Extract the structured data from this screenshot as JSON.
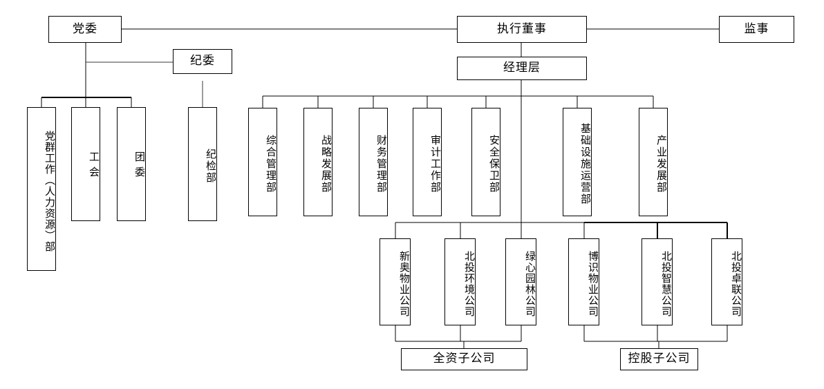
{
  "chart_data": {
    "type": "diagram",
    "title": "",
    "diagram_kind": "organization-chart",
    "orientation": "top-down",
    "nodes": [
      {
        "id": "party-committee",
        "label": "党委",
        "level": "governance",
        "text_direction": "horizontal"
      },
      {
        "id": "executive-director",
        "label": "执行董事",
        "level": "governance",
        "text_direction": "horizontal"
      },
      {
        "id": "supervisor",
        "label": "监事",
        "level": "governance",
        "text_direction": "horizontal"
      },
      {
        "id": "discipline-committee",
        "label": "纪委",
        "level": "governance",
        "text_direction": "horizontal"
      },
      {
        "id": "management-layer",
        "label": "经理层",
        "level": "governance",
        "text_direction": "horizontal"
      },
      {
        "id": "party-mass-hr-dept",
        "label": "党群工作（人力资源）部",
        "level": "party-department",
        "text_direction": "vertical"
      },
      {
        "id": "labor-union",
        "label": "工会",
        "level": "party-department",
        "text_direction": "vertical"
      },
      {
        "id": "youth-league",
        "label": "团委",
        "level": "party-department",
        "text_direction": "vertical"
      },
      {
        "id": "discipline-inspection-dept",
        "label": "纪检部",
        "level": "party-department",
        "text_direction": "vertical"
      },
      {
        "id": "general-management-dept",
        "label": "综合管理部",
        "level": "department",
        "text_direction": "vertical"
      },
      {
        "id": "strategy-development-dept",
        "label": "战略发展部",
        "level": "department",
        "text_direction": "vertical"
      },
      {
        "id": "financial-management-dept",
        "label": "财务管理部",
        "level": "department",
        "text_direction": "vertical"
      },
      {
        "id": "audit-work-dept",
        "label": "审计工作部",
        "level": "department",
        "text_direction": "vertical"
      },
      {
        "id": "security-dept",
        "label": "安全保卫部",
        "level": "department",
        "text_direction": "vertical"
      },
      {
        "id": "infrastructure-operation-dept",
        "label": "基础设施运营部",
        "level": "department",
        "text_direction": "vertical"
      },
      {
        "id": "industry-development-dept",
        "label": "产业发展部",
        "level": "department",
        "text_direction": "vertical"
      },
      {
        "id": "xinao-property",
        "label": "新奥物业公司",
        "level": "subsidiary",
        "group": "wholly-owned",
        "text_direction": "vertical"
      },
      {
        "id": "beitou-environment",
        "label": "北投环境公司",
        "level": "subsidiary",
        "group": "wholly-owned",
        "text_direction": "vertical"
      },
      {
        "id": "lvxin-garden",
        "label": "绿心园林公司",
        "level": "subsidiary",
        "group": "wholly-owned",
        "text_direction": "vertical"
      },
      {
        "id": "boshi-property",
        "label": "博识物业公司",
        "level": "subsidiary",
        "group": "holding",
        "text_direction": "vertical"
      },
      {
        "id": "beitou-smart",
        "label": "北投智慧公司",
        "level": "subsidiary",
        "group": "holding",
        "text_direction": "vertical"
      },
      {
        "id": "beitou-zhuolian",
        "label": "北投卓联公司",
        "level": "subsidiary",
        "group": "holding",
        "text_direction": "vertical"
      },
      {
        "id": "wholly-owned-label",
        "label": "全资子公司",
        "level": "group-label",
        "text_direction": "horizontal"
      },
      {
        "id": "holding-label",
        "label": "控股子公司",
        "level": "group-label",
        "text_direction": "horizontal"
      }
    ],
    "edges": [
      {
        "from": "party-committee",
        "to": "executive-director",
        "style": "horizontal-link"
      },
      {
        "from": "executive-director",
        "to": "supervisor",
        "style": "horizontal-link"
      },
      {
        "from": "party-committee",
        "to": "discipline-committee",
        "style": "horizontal-link"
      },
      {
        "from": "party-committee",
        "to": "party-mass-hr-dept"
      },
      {
        "from": "party-committee",
        "to": "labor-union"
      },
      {
        "from": "party-committee",
        "to": "youth-league"
      },
      {
        "from": "discipline-committee",
        "to": "discipline-inspection-dept"
      },
      {
        "from": "executive-director",
        "to": "management-layer"
      },
      {
        "from": "management-layer",
        "to": "general-management-dept"
      },
      {
        "from": "management-layer",
        "to": "strategy-development-dept"
      },
      {
        "from": "management-layer",
        "to": "financial-management-dept"
      },
      {
        "from": "management-layer",
        "to": "audit-work-dept"
      },
      {
        "from": "management-layer",
        "to": "security-dept"
      },
      {
        "from": "management-layer",
        "to": "infrastructure-operation-dept"
      },
      {
        "from": "management-layer",
        "to": "industry-development-dept"
      },
      {
        "from": "management-layer",
        "to": "xinao-property"
      },
      {
        "from": "management-layer",
        "to": "beitou-environment"
      },
      {
        "from": "management-layer",
        "to": "lvxin-garden"
      },
      {
        "from": "management-layer",
        "to": "boshi-property"
      },
      {
        "from": "management-layer",
        "to": "beitou-smart"
      },
      {
        "from": "management-layer",
        "to": "beitou-zhuolian"
      },
      {
        "from": "xinao-property",
        "to": "wholly-owned-label"
      },
      {
        "from": "beitou-environment",
        "to": "wholly-owned-label"
      },
      {
        "from": "lvxin-garden",
        "to": "wholly-owned-label"
      },
      {
        "from": "boshi-property",
        "to": "holding-label"
      },
      {
        "from": "beitou-smart",
        "to": "holding-label"
      },
      {
        "from": "beitou-zhuolian",
        "to": "holding-label"
      }
    ],
    "colors": {
      "box_border": "#000000",
      "box_fill": "#ffffff",
      "connector": "#000000",
      "text": "#000000",
      "background": "#ffffff"
    }
  },
  "governance": {
    "party_committee": "党委",
    "executive_director": "执行董事",
    "supervisor": "监事",
    "discipline_committee": "纪委",
    "management_layer": "经理层"
  },
  "party_departments": [
    {
      "label": "党群工作（人力资源）部"
    },
    {
      "label": "工会"
    },
    {
      "label": "团委"
    },
    {
      "label": "纪检部"
    }
  ],
  "departments": [
    {
      "label": "综合管理部"
    },
    {
      "label": "战略发展部"
    },
    {
      "label": "财务管理部"
    },
    {
      "label": "审计工作部"
    },
    {
      "label": "安全保卫部"
    },
    {
      "label": "基础设施运营部"
    },
    {
      "label": "产业发展部"
    }
  ],
  "subsidiaries": [
    {
      "label": "新奥物业公司"
    },
    {
      "label": "北投环境公司"
    },
    {
      "label": "绿心园林公司"
    },
    {
      "label": "博识物业公司"
    },
    {
      "label": "北投智慧公司"
    },
    {
      "label": "北投卓联公司"
    }
  ],
  "group_labels": {
    "wholly_owned": "全资子公司",
    "holding": "控股子公司"
  }
}
